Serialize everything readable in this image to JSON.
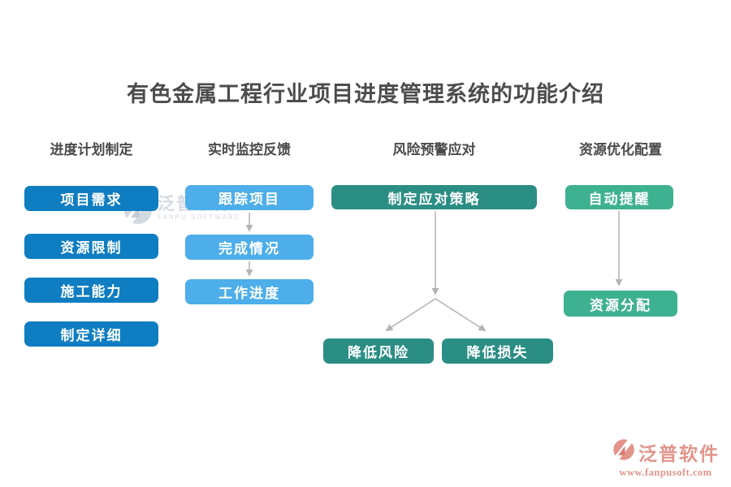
{
  "title": "有色金属工程行业项目进度管理系统的功能介绍",
  "columns": [
    {
      "header": "进度计划制定",
      "items": [
        "项目需求",
        "资源限制",
        "施工能力",
        "制定详细"
      ]
    },
    {
      "header": "实时监控反馈",
      "items": [
        "跟踪项目",
        "完成情况",
        "工作进度"
      ]
    },
    {
      "header": "风险预警应对",
      "root": "制定应对策略",
      "leaves": [
        "降低风险",
        "降低损失"
      ]
    },
    {
      "header": "资源优化配置",
      "items": [
        "自动提醒",
        "资源分配"
      ]
    }
  ],
  "watermark": {
    "brand": "泛普软件",
    "subtitle": "FANPU SOFTWARE"
  },
  "footer": {
    "brand": "泛普软件",
    "website": "www.fanpusoft.com"
  },
  "colors": {
    "primary_blue": "#0f7dc2",
    "light_blue": "#4daee9",
    "teal": "#2b8e84",
    "green": "#3eb191",
    "arrow_gray": "#b3b3b3",
    "heading_gray": "#4c4c4c",
    "brand_salmon": "#e2948b"
  }
}
